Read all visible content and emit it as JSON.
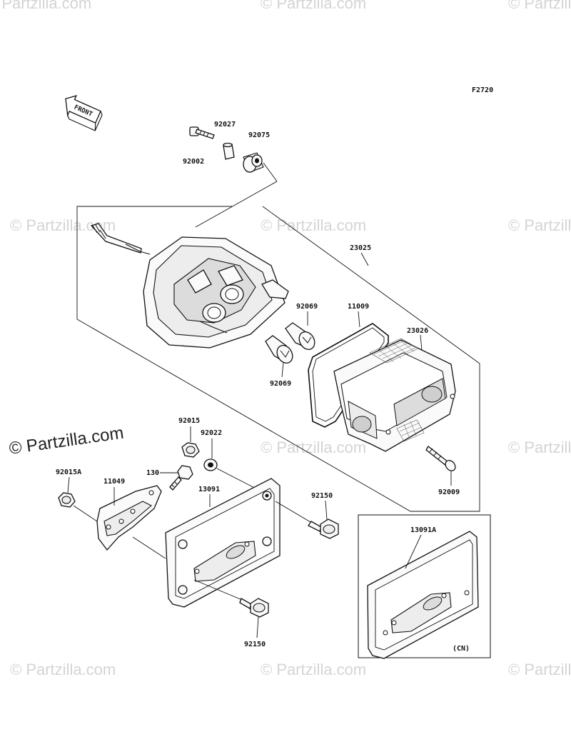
{
  "figure_code": "F2720",
  "front_arrow_label": "FRONT",
  "watermark": "© Partzilla.com",
  "watermark_highlight": "© Partzilla.com",
  "region_note": "(CN)",
  "part_labels": {
    "p92027": "92027",
    "p92075": "92075",
    "p92002": "92002",
    "p23025": "23025",
    "p92069a": "92069",
    "p11009": "11009",
    "p23026": "23026",
    "p92069b": "92069",
    "p92015": "92015",
    "p92022": "92022",
    "p92015A": "92015A",
    "p11049": "11049",
    "p130": "130",
    "p13091": "13091",
    "p92150a": "92150",
    "p92009": "92009",
    "p13091A": "13091A",
    "p92150b": "92150"
  }
}
